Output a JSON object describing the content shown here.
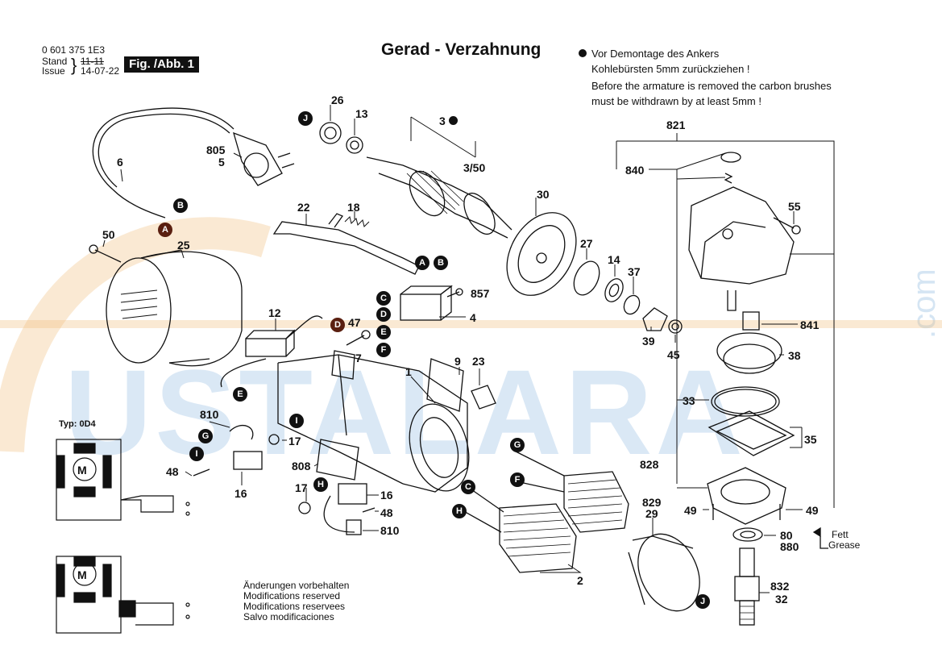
{
  "header": {
    "part_number": "0 601 375 1E3",
    "stand_label": "Stand",
    "issue_label": "Issue",
    "date_old": "11-11",
    "date_new": "14-07-22",
    "fig_label": "Fig. /Abb. 1"
  },
  "title": "Gerad - Verzahnung",
  "note": {
    "de_line1": "Vor Demontage des Ankers",
    "de_line2": "Kohlebürsten 5mm zurückziehen !",
    "en_line1": "Before the armature is removed the carbon brushes",
    "en_line2": "must be withdrawn by at least 5mm !"
  },
  "typ_label": "Typ: 0D4",
  "modifications": {
    "de": "Änderungen vorbehalten",
    "en": "Modifications reserved",
    "fr": "Modifications reservees",
    "es": "Salvo modificaciones"
  },
  "grease": {
    "de": "Fett",
    "en": "Grease"
  },
  "watermark": {
    "text": "USTALARA",
    "suffix": ".com"
  },
  "part_labels": [
    {
      "id": "26",
      "text": "26"
    },
    {
      "id": "13",
      "text": "13"
    },
    {
      "id": "3",
      "text": "3"
    },
    {
      "id": "3-50",
      "text": "3/50"
    },
    {
      "id": "805",
      "text": "805"
    },
    {
      "id": "5",
      "text": "5"
    },
    {
      "id": "6",
      "text": "6"
    },
    {
      "id": "30",
      "text": "30"
    },
    {
      "id": "22",
      "text": "22"
    },
    {
      "id": "18",
      "text": "18"
    },
    {
      "id": "50",
      "text": "50"
    },
    {
      "id": "25",
      "text": "25"
    },
    {
      "id": "27",
      "text": "27"
    },
    {
      "id": "14",
      "text": "14"
    },
    {
      "id": "37",
      "text": "37"
    },
    {
      "id": "857",
      "text": "857"
    },
    {
      "id": "4",
      "text": "4"
    },
    {
      "id": "12",
      "text": "12"
    },
    {
      "id": "47",
      "text": "47"
    },
    {
      "id": "7",
      "text": "7"
    },
    {
      "id": "39",
      "text": "39"
    },
    {
      "id": "45",
      "text": "45"
    },
    {
      "id": "9",
      "text": "9"
    },
    {
      "id": "23",
      "text": "23"
    },
    {
      "id": "1",
      "text": "1"
    },
    {
      "id": "810a",
      "text": "810"
    },
    {
      "id": "17a",
      "text": "17"
    },
    {
      "id": "48a",
      "text": "48"
    },
    {
      "id": "16a",
      "text": "16"
    },
    {
      "id": "808",
      "text": "808"
    },
    {
      "id": "17b",
      "text": "17"
    },
    {
      "id": "16b",
      "text": "16"
    },
    {
      "id": "48b",
      "text": "48"
    },
    {
      "id": "810b",
      "text": "810"
    },
    {
      "id": "2",
      "text": "2"
    },
    {
      "id": "829",
      "text": "829"
    },
    {
      "id": "29",
      "text": "29"
    },
    {
      "id": "821",
      "text": "821"
    },
    {
      "id": "840",
      "text": "840"
    },
    {
      "id": "55",
      "text": "55"
    },
    {
      "id": "841",
      "text": "841"
    },
    {
      "id": "38",
      "text": "38"
    },
    {
      "id": "33",
      "text": "33"
    },
    {
      "id": "35",
      "text": "35"
    },
    {
      "id": "828",
      "text": "828"
    },
    {
      "id": "49a",
      "text": "49"
    },
    {
      "id": "49b",
      "text": "49"
    },
    {
      "id": "80",
      "text": "80"
    },
    {
      "id": "880",
      "text": "880"
    },
    {
      "id": "832",
      "text": "832"
    },
    {
      "id": "32",
      "text": "32"
    }
  ],
  "callouts": [
    {
      "id": "J1",
      "text": "J"
    },
    {
      "id": "B1",
      "text": "B"
    },
    {
      "id": "A1",
      "text": "A"
    },
    {
      "id": "A2",
      "text": "A"
    },
    {
      "id": "B2",
      "text": "B"
    },
    {
      "id": "C1",
      "text": "C"
    },
    {
      "id": "D1",
      "text": "D"
    },
    {
      "id": "E1",
      "text": "E"
    },
    {
      "id": "F1",
      "text": "F"
    },
    {
      "id": "D2",
      "text": "D"
    },
    {
      "id": "E2",
      "text": "E"
    },
    {
      "id": "I1",
      "text": "I"
    },
    {
      "id": "G1",
      "text": "G"
    },
    {
      "id": "I2",
      "text": "I"
    },
    {
      "id": "H1",
      "text": "H"
    },
    {
      "id": "G2",
      "text": "G"
    },
    {
      "id": "F2",
      "text": "F"
    },
    {
      "id": "C2",
      "text": "C"
    },
    {
      "id": "H2",
      "text": "H"
    },
    {
      "id": "J2",
      "text": "J"
    }
  ],
  "colors": {
    "ink": "#111111",
    "brown_callout": "#5a1f10",
    "watermark": "#96bee1",
    "watermark_orange": "#f0c080"
  }
}
